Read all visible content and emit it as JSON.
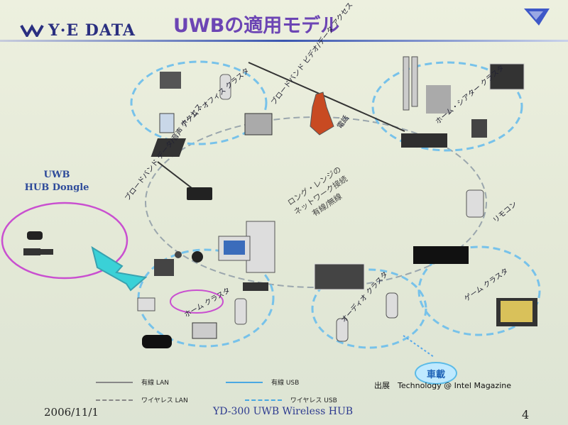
{
  "header": {
    "company": "Y·E DATA",
    "title": "UWBの適用モデル"
  },
  "diagram": {
    "hub_label": [
      "UWB",
      "HUB Dongle"
    ],
    "network_label": [
      "ロング・レンジの",
      "ネットワーク接続",
      "有線/無線"
    ],
    "clusters": {
      "home_office": "ホーム・オフィス クラスタ",
      "home_theater": "ホーム・シアター クラスタ",
      "home": "ホーム クラスタ",
      "audio": "オーディオ クラスタ",
      "game": "ゲーム クラスタ"
    },
    "items": {
      "broadband_video": "ブロードバンド ビデオ/データ アクセス",
      "broadband_audio": "ブロードバンド データ/音声 アクセス",
      "phone": "電話",
      "remote": "リモコン",
      "car": "車載"
    },
    "legend": {
      "wired_lan": "有線 LAN",
      "wired_usb": "有線 USB",
      "wireless_lan": "ワイヤレス LAN",
      "wireless_usb": "ワイヤレス USB"
    },
    "credit": "出展　Technology @ Intel Magazine"
  },
  "footer": {
    "date": "2006/11/1",
    "product": "YD-300 UWB Wireless HUB",
    "page": "4"
  },
  "colors": {
    "primary": "#2d3a8f",
    "accent": "#6c45b4",
    "usb": "#4aa8e2",
    "hub_circle": "#c94fd0"
  }
}
